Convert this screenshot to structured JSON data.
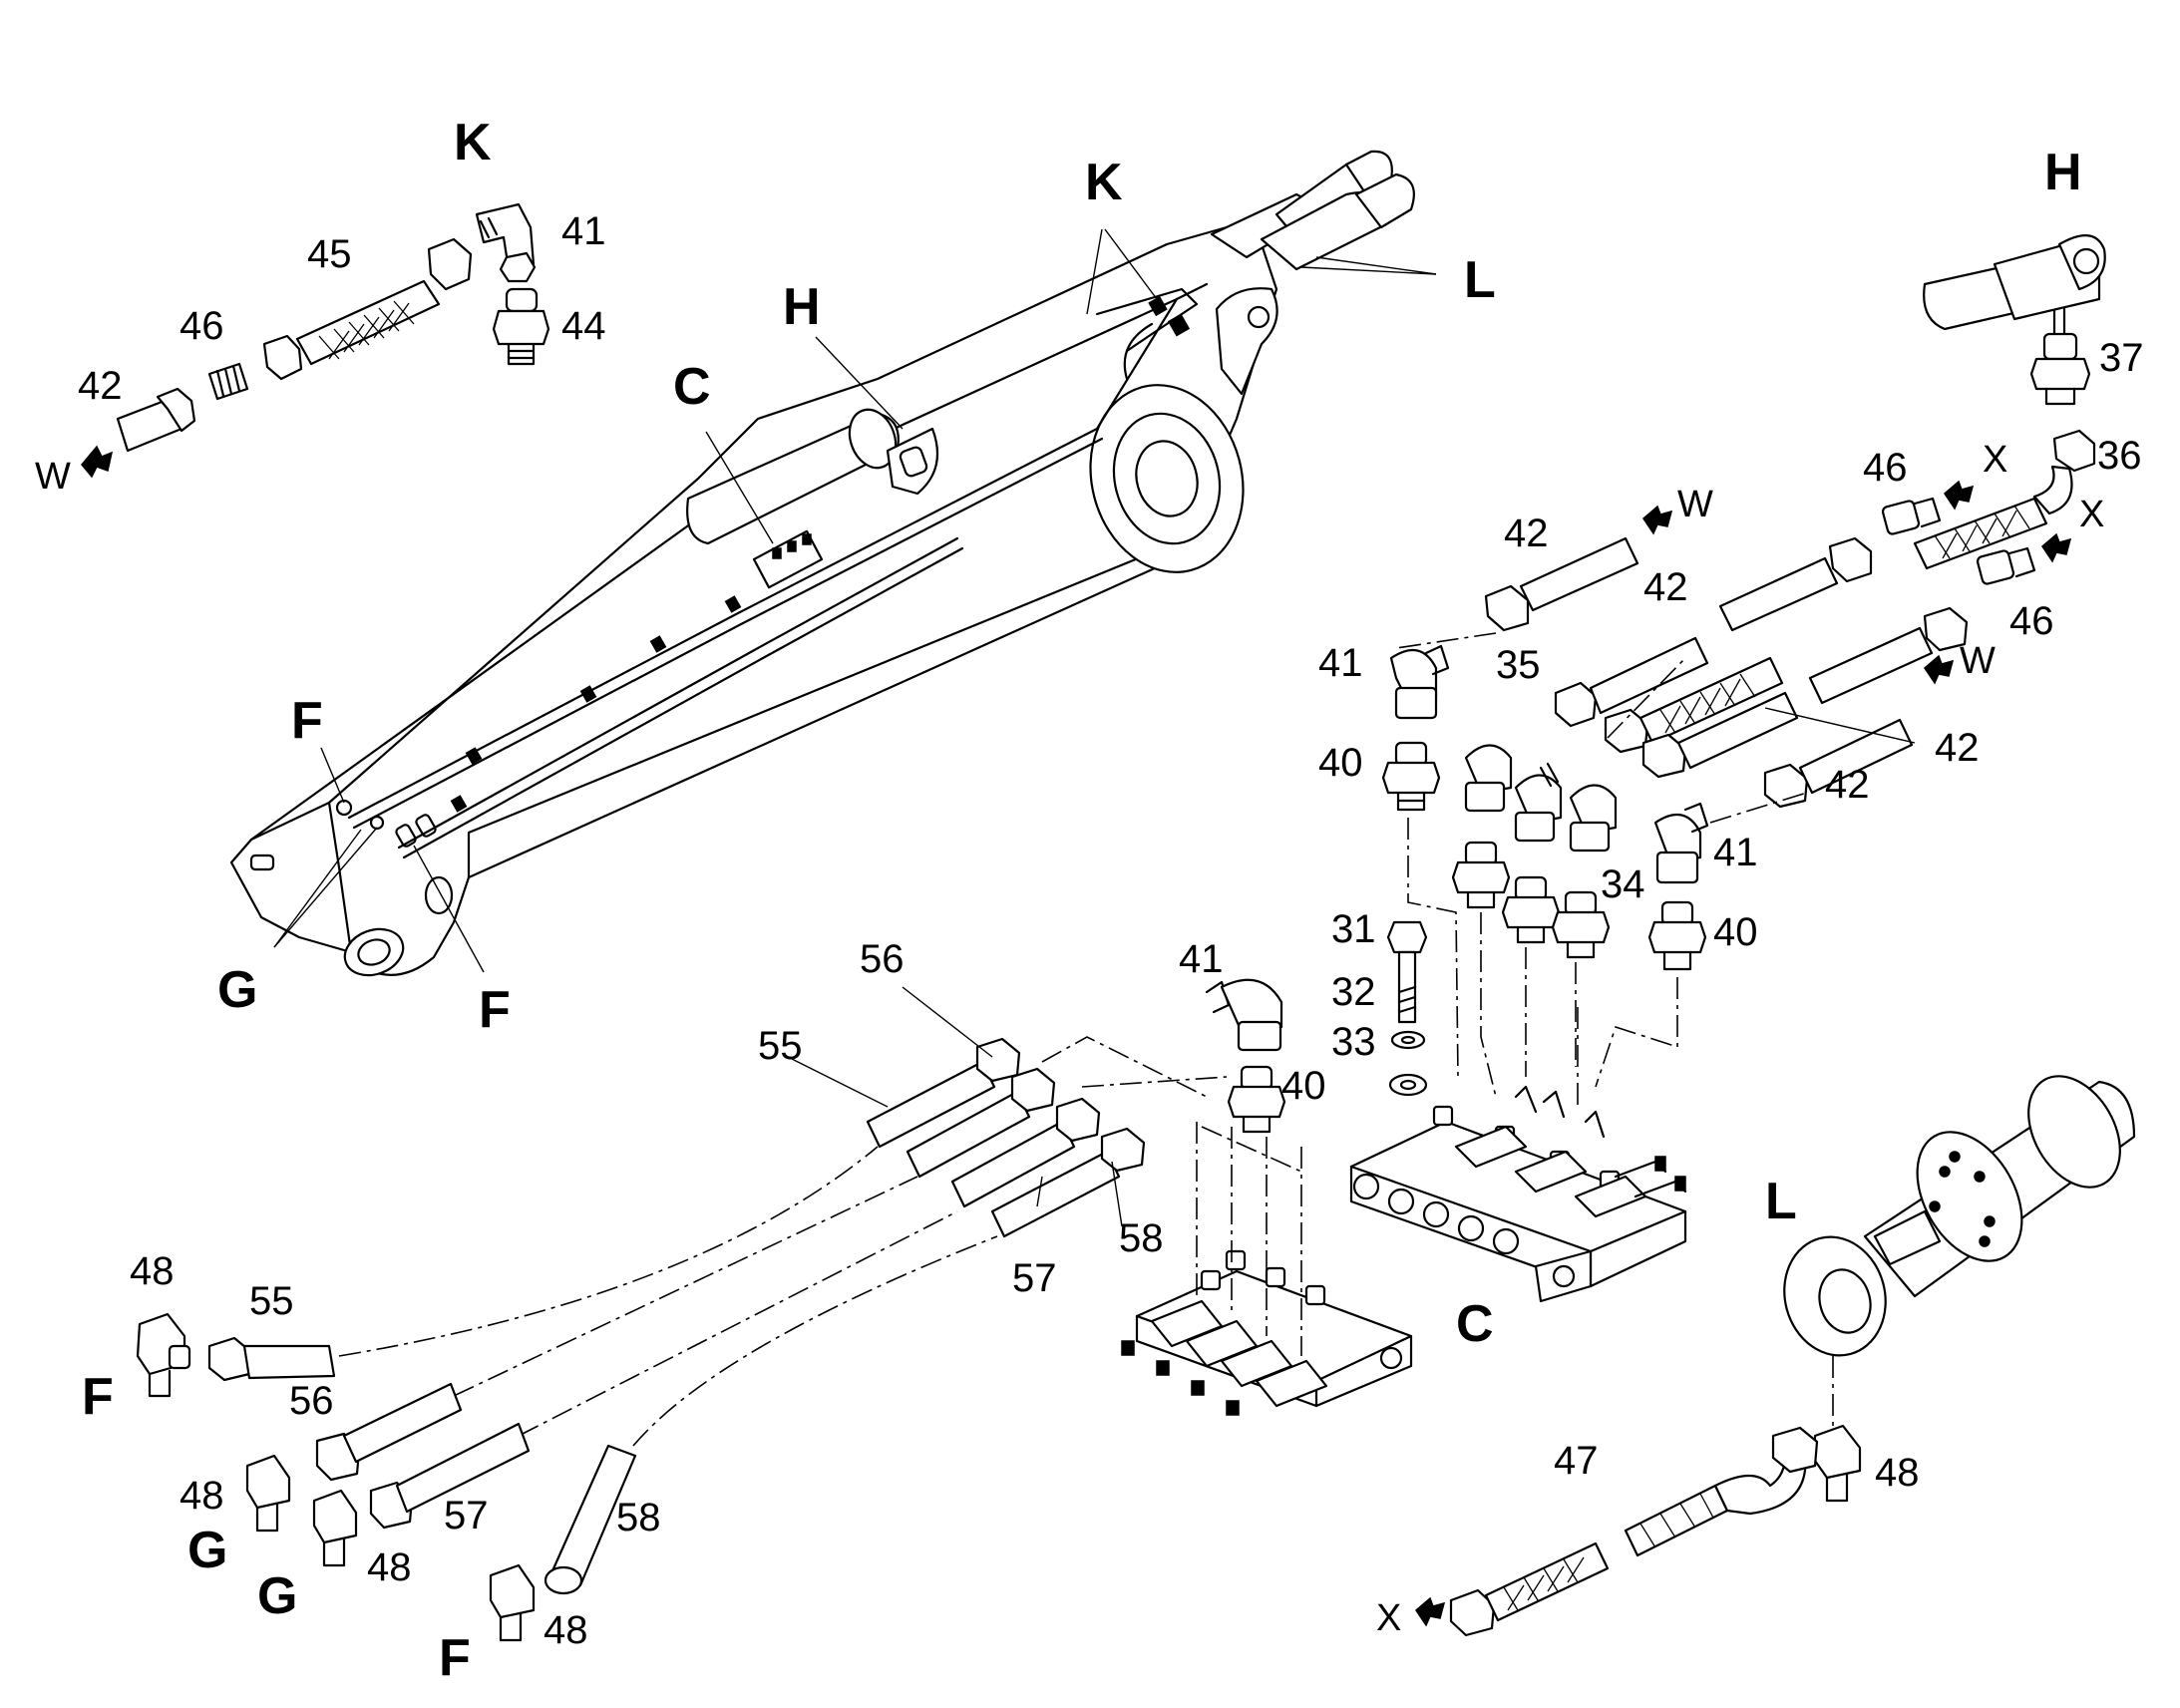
{
  "diagram": {
    "letters": {
      "k_top_left": "K",
      "k_boom": "K",
      "h_boom": "H",
      "h_right": "H",
      "c_boom": "C",
      "c_block": "C",
      "l_boom": "L",
      "l_right": "L",
      "f_boom_upper": "F",
      "f_boom_lower": "F",
      "f_bottom_left": "F",
      "f_bottom_mid": "F",
      "g_boom": "G",
      "g_bottom_1": "G",
      "g_bottom_2": "G"
    },
    "connections": {
      "w_top_left": "W",
      "w_upper_right": "W",
      "w_mid_right": "W",
      "x_right_upper": "X",
      "x_right_lower": "X",
      "x_bottom": "X"
    },
    "parts": {
      "p41_top": "41",
      "p44": "44",
      "p45": "45",
      "p46_top": "46",
      "p42_top": "42",
      "p37": "37",
      "p36": "36",
      "p46_r1": "46",
      "p46_r2": "46",
      "p42_r1": "42",
      "p42_r2": "42",
      "p42_r3": "42",
      "p42_r4": "42",
      "p41_r1": "41",
      "p35": "35",
      "p40_r1": "40",
      "p34": "34",
      "p41_r2": "41",
      "p40_r2": "40",
      "p31": "31",
      "p32": "32",
      "p33": "33",
      "p56_a": "56",
      "p55_a": "55",
      "p41_c": "41",
      "p40_c": "40",
      "p57_a": "57",
      "p58_a": "58",
      "p48_a": "48",
      "p55_b": "55",
      "p56_b": "56",
      "p48_b": "48",
      "p57_b": "57",
      "p48_c": "48",
      "p58_b": "58",
      "p48_d": "48",
      "p47": "47",
      "p48_e": "48"
    }
  }
}
